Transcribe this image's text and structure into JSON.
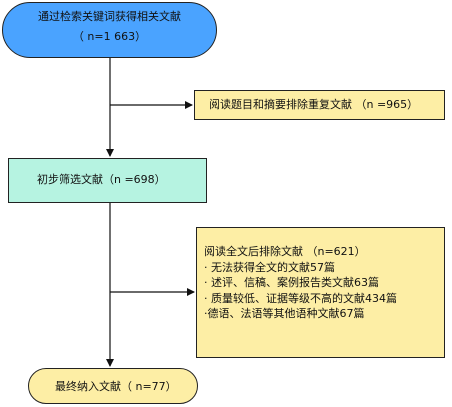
{
  "flowchart": {
    "identification": {
      "line1": "通过检索关键词获得相关文献",
      "line2": "（ n=1 663）"
    },
    "duplicates_removed": "阅读题目和摘要排除重复文献 （n =965）",
    "initial_screening": "初步筛选文献（n =698）",
    "full_text_exclusion": {
      "title": "阅读全文后排除文献 （n=621）",
      "reasons": [
        "· 无法获得全文的文献57篇",
        "· 述评、信稿、案例报告类文献63篇",
        "· 质量较低、证据等级不高的文献434篇",
        "·德语、法语等其他语种文献67篇"
      ]
    },
    "final_included": "最终纳入文献（ n=77）"
  },
  "colors": {
    "identification_fill": "#4aa3ff",
    "screening_fill": "#b6f3e1",
    "exclusion_fill": "#fdeea5",
    "final_fill": "#fdeea5",
    "line": "#111111"
  }
}
